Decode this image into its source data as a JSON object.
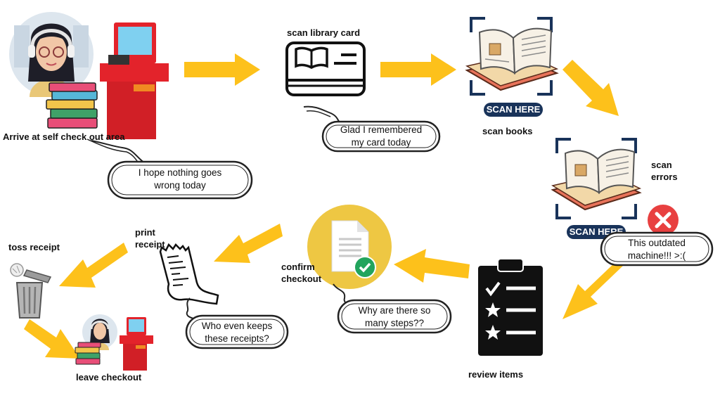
{
  "colors": {
    "arrow": "#FDC11B",
    "kiosk": "#E3232B",
    "scan_label": "#19335A",
    "error": "#E84040",
    "check": "#22A45D",
    "doc_circle": "#EEC743"
  },
  "steps": {
    "arrive": "Arrive at self check out area",
    "scan_card": "scan library card",
    "scan_books": "scan books",
    "scan_errors_line1": "scan",
    "scan_errors_line2": "errors",
    "review": "review items",
    "confirm_line1": "confirm",
    "confirm_line2": "checkout",
    "print_line1": "print",
    "print_line2": "receipt",
    "toss": "toss receipt",
    "leave": "leave checkout"
  },
  "signs": {
    "scan_here_1": "SCAN HERE",
    "scan_here_2": "SCAN HERE"
  },
  "thoughts": {
    "t1_line1": "I hope nothing goes",
    "t1_line2": "wrong today",
    "t2_line1": "Glad I remembered",
    "t2_line2": "my card today",
    "t3_line1": "This outdated",
    "t3_line2": "machine!!! >:(",
    "t4_line1": "Why are there so",
    "t4_line2": "many steps??",
    "t5_line1": "Who even keeps",
    "t5_line2": "these receipts?"
  },
  "icons": [
    "avatar",
    "kiosk-icon",
    "library-card-icon",
    "open-book-icon",
    "error-icon",
    "clipboard-icon",
    "document-icon",
    "check-icon",
    "receipt-icon",
    "trash-can-icon"
  ]
}
